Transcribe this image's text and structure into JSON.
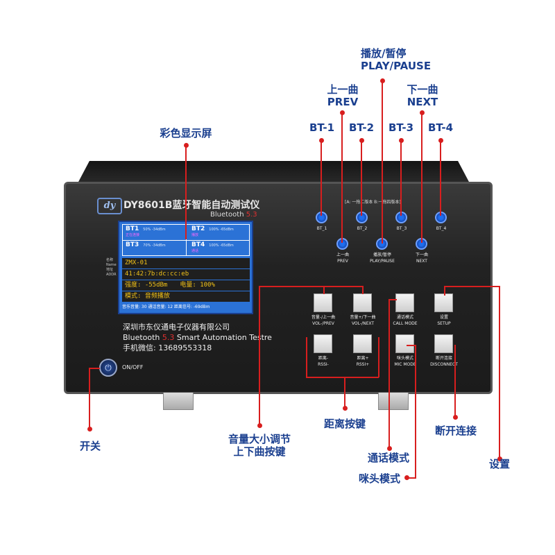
{
  "callouts": {
    "play_pause_cn": "播放/暂停",
    "play_pause_en": "PLAY/PAUSE",
    "prev_cn": "上一曲",
    "prev_en": "PREV",
    "next_cn": "下一曲",
    "next_en": "NEXT",
    "bt1": "BT-1",
    "bt2": "BT-2",
    "bt3": "BT-3",
    "bt4": "BT-4",
    "color_screen": "彩色显示屏",
    "power_switch": "开关",
    "volume_line1": "音量大小调节",
    "volume_line2": "上下曲按键",
    "distance_keys": "距离按键",
    "disconnect": "断开连接",
    "call_mode": "通话模式",
    "setup": "设置",
    "mic_mode": "咪头模式"
  },
  "device": {
    "logo_text": "dy",
    "title": "DY8601B蓝牙智能自动测试仪",
    "bt_version_prefix": "Bluetooth ",
    "bt_version": "5.3",
    "bt_note": "[A: 一拖二版本   B:一拖四版本]",
    "company_name": "深圳市东仪通电子仪器有限公司",
    "company_line2_prefix": "Bluetooth ",
    "company_line2_version": "5.3",
    "company_line2_suffix": " Smart Automation Testre",
    "wechat_label": "手机微信:",
    "wechat_number": "13689553318",
    "onoff_label": "ON/OFF",
    "power_icon": "power-icon"
  },
  "screen": {
    "cells": [
      {
        "name": "BT1",
        "info": "50%  -34dBm",
        "sub": "正在连接"
      },
      {
        "name": "BT2",
        "info": "100%  -65dBm",
        "sub": "播放"
      },
      {
        "name": "BT3",
        "info": "70%  -34dBm",
        "sub": ""
      },
      {
        "name": "BT4",
        "info": "100%  -65dBm",
        "sub": "通话"
      }
    ],
    "side_labels": [
      "名称",
      "Name",
      "地址",
      "ADDR"
    ],
    "device_name": "ZMX-01",
    "address": "41:42:7b:dc:cc:eb",
    "strength_label": "强度: ",
    "strength_value": "-55dBm",
    "battery_label": "电量: ",
    "battery_value": "100%",
    "mode_label": "模式: ",
    "mode_value": "音频播放",
    "footer": "音乐音量: 30     通话音量: 12     距离信号: -69dBm"
  },
  "round_buttons": [
    {
      "label": "BT_1"
    },
    {
      "label": "BT_2"
    },
    {
      "label": "BT_3"
    },
    {
      "label": "BT_4"
    },
    {
      "label_cn": "上一曲",
      "label_en": "PREV"
    },
    {
      "label_cn": "播放/暂停",
      "label_en": "PLAY/PAUSE"
    },
    {
      "label_cn": "下一曲",
      "label_en": "NEXT"
    }
  ],
  "square_buttons": [
    {
      "label_cn": "音量-/上一曲",
      "label_en": "VOL-/PREV"
    },
    {
      "label_cn": "音量+/下一曲",
      "label_en": "VOL-/NEXT"
    },
    {
      "label_cn": "通话模式",
      "label_en": "CALL MODE"
    },
    {
      "label_cn": "设置",
      "label_en": "SETUP"
    },
    {
      "label_cn": "距离-",
      "label_en": "RSSI-"
    },
    {
      "label_cn": "距离+",
      "label_en": "RSSI+"
    },
    {
      "label_cn": "咪头模式",
      "label_en": "MIC MODE"
    },
    {
      "label_cn": "断开连接",
      "label_en": "DISCONNECT"
    }
  ],
  "colors": {
    "callout_text": "#1a3f8f",
    "leader_line": "#d81e1e",
    "screen_bg": "#2b72d6",
    "screen_text": "#f2c218"
  }
}
